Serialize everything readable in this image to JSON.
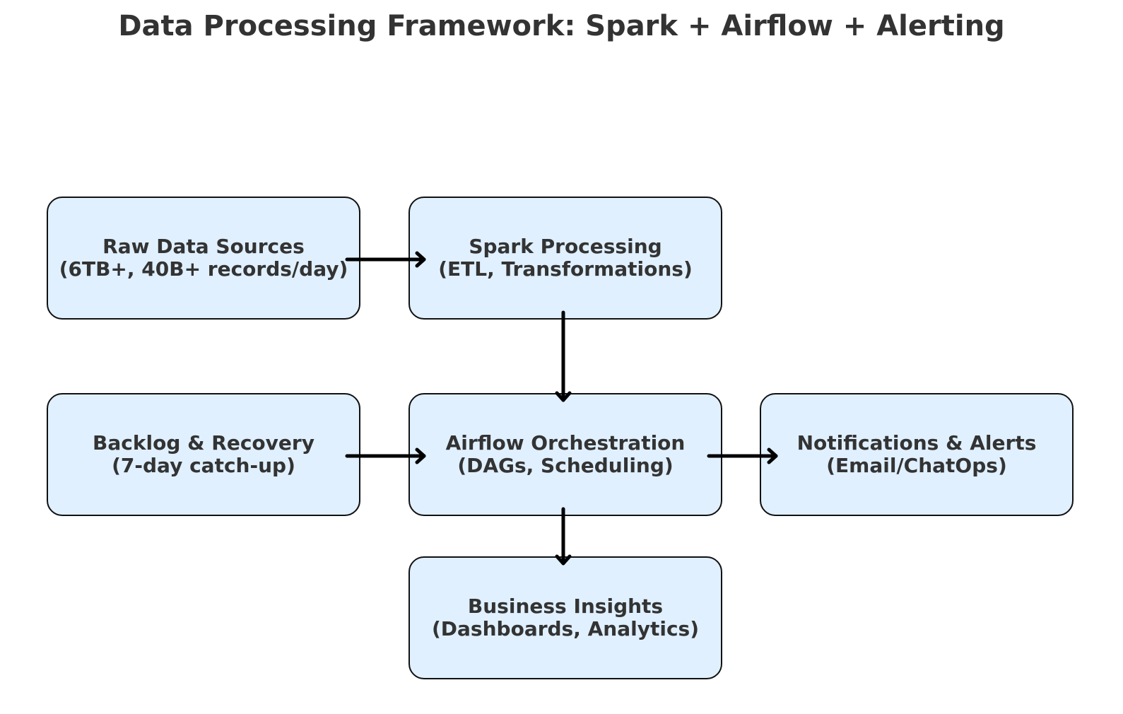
{
  "title": "Data Processing Framework: Spark + Airflow + Alerting",
  "colors": {
    "node_fill": "#e0f0ff",
    "node_border": "#111111",
    "text": "#333333",
    "arrow": "#000000"
  },
  "nodes": {
    "raw": {
      "line1": "Raw Data Sources",
      "line2": "(6TB+, 40B+ records/day)"
    },
    "spark": {
      "line1": "Spark Processing",
      "line2": "(ETL, Transformations)"
    },
    "backlog": {
      "line1": "Backlog & Recovery",
      "line2": "(7-day catch-up)"
    },
    "airflow": {
      "line1": "Airflow Orchestration",
      "line2": "(DAGs, Scheduling)"
    },
    "notify": {
      "line1": "Notifications & Alerts",
      "line2": "(Email/ChatOps)"
    },
    "insights": {
      "line1": "Business Insights",
      "line2": "(Dashboards, Analytics)"
    }
  },
  "edges": [
    {
      "from": "Raw Data Sources",
      "to": "Spark Processing"
    },
    {
      "from": "Spark Processing",
      "to": "Airflow Orchestration"
    },
    {
      "from": "Backlog & Recovery",
      "to": "Airflow Orchestration"
    },
    {
      "from": "Airflow Orchestration",
      "to": "Notifications & Alerts"
    },
    {
      "from": "Airflow Orchestration",
      "to": "Business Insights"
    }
  ]
}
